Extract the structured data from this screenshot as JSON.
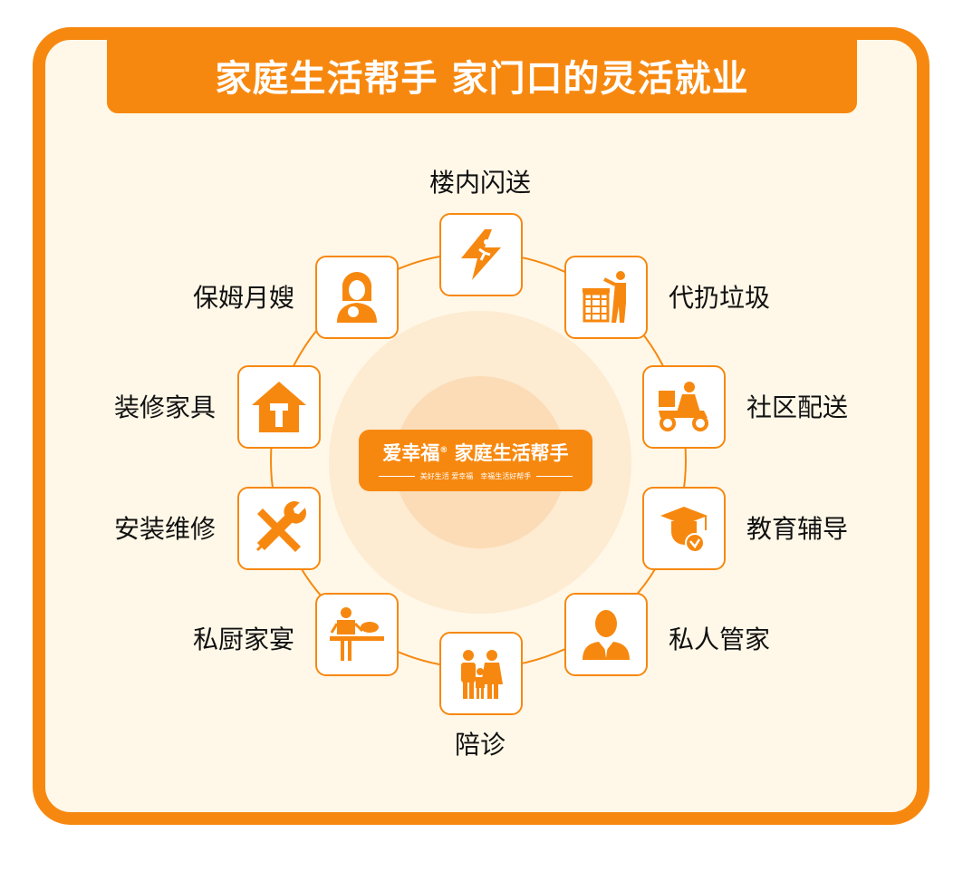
{
  "title": "家庭生活帮手 家门口的灵活就业",
  "logo": {
    "brand": "爱幸福",
    "reg": "®",
    "name": "家庭生活帮手",
    "slogan": "美好生活 爱幸福　幸福生活好帮手"
  },
  "accent": "#f7880f",
  "services": [
    {
      "label": "楼内闪送",
      "icon": "running-lightning-icon"
    },
    {
      "label": "代扔垃圾",
      "icon": "trash-disposal-icon"
    },
    {
      "label": "社区配送",
      "icon": "delivery-scooter-icon"
    },
    {
      "label": "教育辅导",
      "icon": "graduate-icon"
    },
    {
      "label": "私人管家",
      "icon": "butler-icon"
    },
    {
      "label": "陪诊",
      "icon": "family-icon"
    },
    {
      "label": "私厨家宴",
      "icon": "chef-icon"
    },
    {
      "label": "安装维修",
      "icon": "tools-icon"
    },
    {
      "label": "装修家具",
      "icon": "house-hammer-icon"
    },
    {
      "label": "保姆月嫂",
      "icon": "nanny-icon"
    }
  ]
}
